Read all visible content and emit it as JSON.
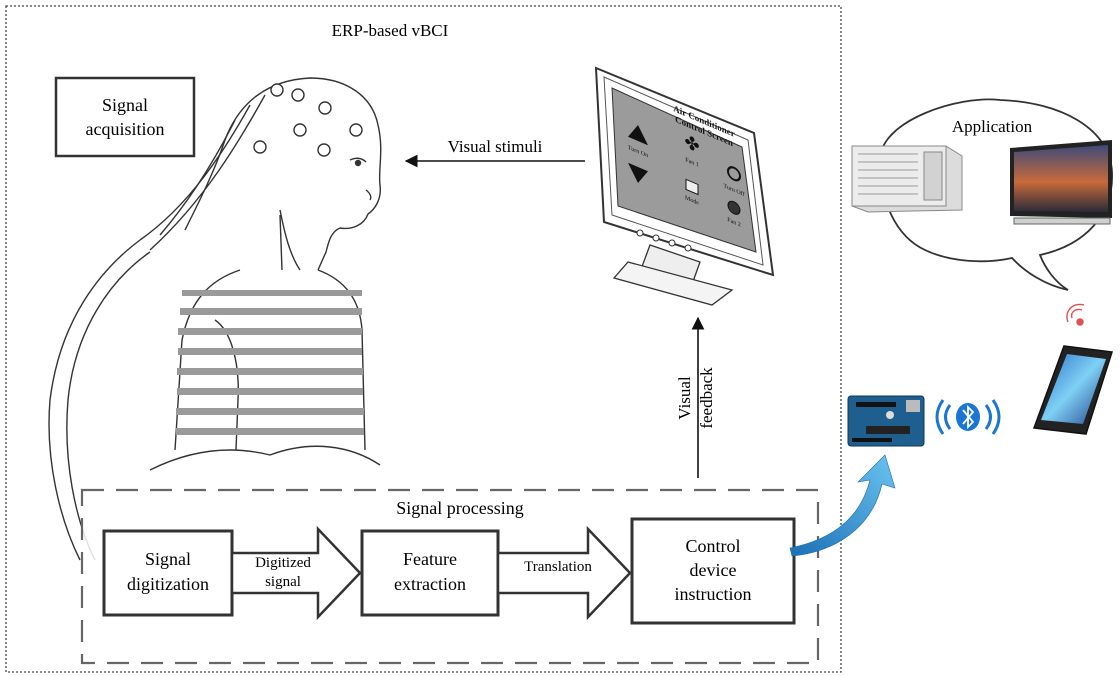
{
  "main_frame": {
    "title": "ERP-based vBCI"
  },
  "signal_acquisition": {
    "line1": "Signal",
    "line2": "acquisition"
  },
  "visual_stimuli_label": "Visual stimuli",
  "visual_feedback_label": {
    "line1": "Visual",
    "line2": "feedback"
  },
  "monitor_screen": {
    "title_line1": "Air Conditioner",
    "title_line2": "Control Screen",
    "items": [
      "Turn On",
      "Fan 1",
      "Turn Off",
      "Mode",
      "Fan 2"
    ]
  },
  "signal_processing": {
    "title": "Signal processing",
    "digitization": {
      "line1": "Signal",
      "line2": "digitization"
    },
    "digitized_signal": {
      "line1": "Digitized",
      "line2": "signal"
    },
    "feature_extraction": {
      "line1": "Feature",
      "line2": "extraction"
    },
    "translation": "Translation",
    "control_instruction": {
      "line1": "Control",
      "line2": "device",
      "line3": "instruction"
    }
  },
  "application": {
    "label": "Application"
  },
  "icons": {
    "air_conditioner": "air-conditioner-icon",
    "television": "television-icon",
    "smartphone": "smartphone-icon",
    "arduino": "arduino-board-icon",
    "bluetooth": "bluetooth-icon",
    "wifi_signal": "wireless-signal-icon"
  },
  "colors": {
    "accent_arrow": "#2a8ad4",
    "stripe": "#9a9a9a",
    "screen": "#9b9b9b"
  }
}
